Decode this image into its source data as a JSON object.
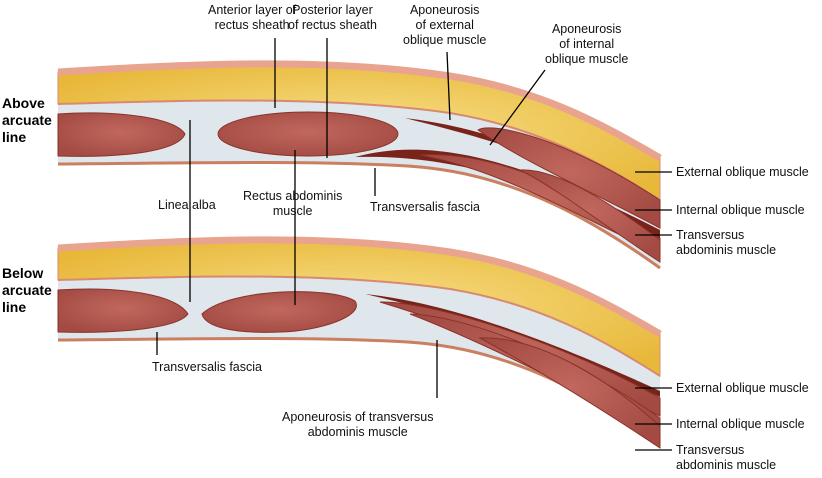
{
  "sections": {
    "above": [
      "Above",
      "arcuate",
      "line"
    ],
    "below": [
      "Below",
      "arcuate",
      "line"
    ]
  },
  "labels": {
    "anterior_layer": [
      "Anterior layer of",
      "rectus sheath"
    ],
    "posterior_layer": [
      "Posterior layer",
      "of rectus sheath"
    ],
    "aponeurosis_external": [
      "Aponeurosis",
      "of external",
      "oblique muscle"
    ],
    "aponeurosis_internal": [
      "Aponeurosis",
      "of internal",
      "oblique muscle"
    ],
    "linea_alba": "Linea alba",
    "rectus_abdominis": [
      "Rectus abdominis",
      "muscle"
    ],
    "transversalis_fascia_top": "Transversalis fascia",
    "transversalis_fascia_bottom": "Transversalis fascia",
    "external_oblique_top": "External oblique muscle",
    "internal_oblique_top": "Internal oblique muscle",
    "transversus_top": [
      "Transversus",
      "abdominis muscle"
    ],
    "external_oblique_bottom": "External oblique muscle",
    "internal_oblique_bottom": "Internal oblique muscle",
    "transversus_bottom": [
      "Transversus",
      "abdominis muscle"
    ],
    "aponeurosis_transversus": [
      "Aponeurosis of transversus",
      "abdominis muscle"
    ]
  },
  "colors": {
    "skin": "#e9a48f",
    "fat": "#f1c84a",
    "sheath": "#dfe6ec",
    "muscle": "#b95a52",
    "muscle_dark": "#7a231b"
  }
}
